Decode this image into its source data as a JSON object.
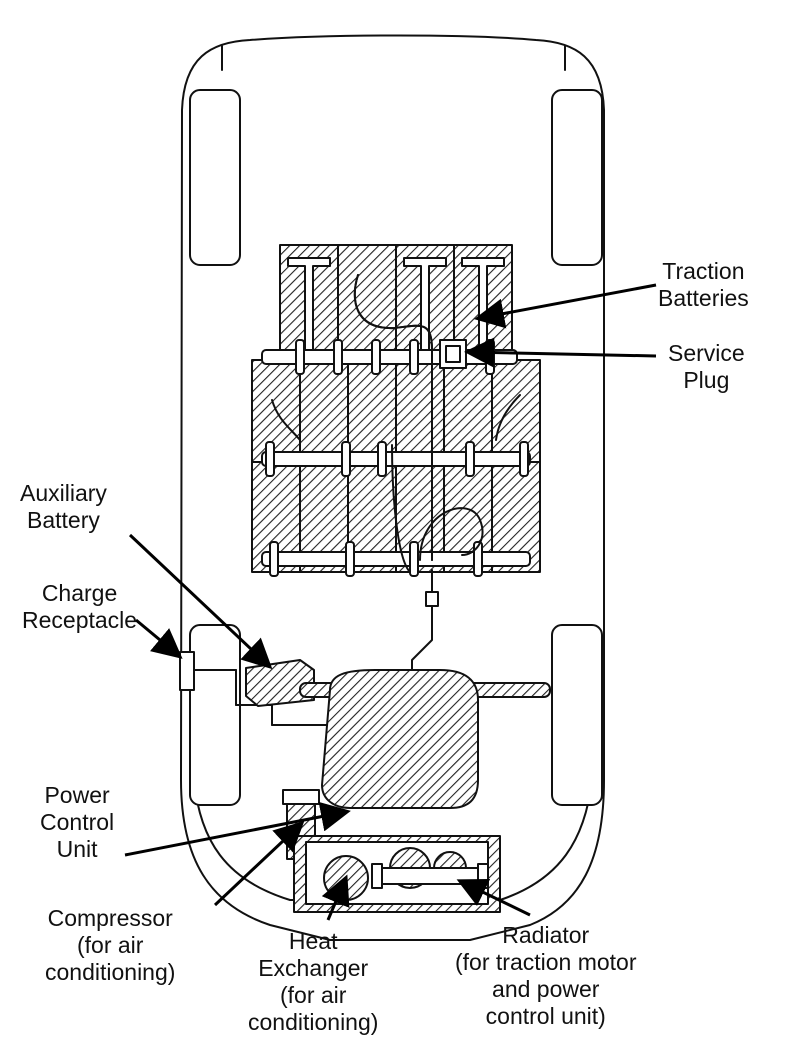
{
  "labels": {
    "traction_batteries": [
      "Traction",
      "Batteries"
    ],
    "service_plug": [
      "Service",
      "Plug"
    ],
    "auxiliary_battery": [
      "Auxiliary",
      "Battery"
    ],
    "charge_receptacle": [
      "Charge",
      "Receptacle"
    ],
    "power_control_unit": [
      "Power",
      "Control",
      "Unit"
    ],
    "compressor": [
      "Compressor",
      "(for air",
      "conditioning)"
    ],
    "heat_exchanger": [
      "Heat",
      "Exchanger",
      "(for air",
      "conditioning)"
    ],
    "radiator": [
      "Radiator",
      "(for traction motor",
      "and power",
      "control unit)"
    ]
  },
  "colors": {
    "ink": "#111111",
    "background": "#ffffff"
  }
}
